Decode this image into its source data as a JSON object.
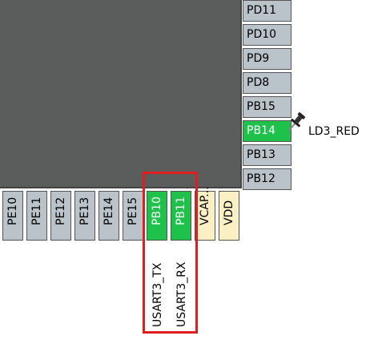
{
  "right_pins": [
    {
      "label": "PD11",
      "state": "default"
    },
    {
      "label": "PD10",
      "state": "default"
    },
    {
      "label": "PD9",
      "state": "default"
    },
    {
      "label": "PD8",
      "state": "default"
    },
    {
      "label": "PB15",
      "state": "default"
    },
    {
      "label": "PB14",
      "state": "assigned"
    },
    {
      "label": "PB13",
      "state": "default"
    },
    {
      "label": "PB12",
      "state": "default"
    }
  ],
  "bottom_pins": [
    {
      "label": "PE10",
      "state": "default"
    },
    {
      "label": "PE11",
      "state": "default"
    },
    {
      "label": "PE12",
      "state": "default"
    },
    {
      "label": "PE13",
      "state": "default"
    },
    {
      "label": "PE14",
      "state": "default"
    },
    {
      "label": "PE15",
      "state": "default"
    },
    {
      "label": "PB10",
      "state": "assigned"
    },
    {
      "label": "PB11",
      "state": "assigned"
    },
    {
      "label": "VCAP...",
      "state": "power"
    },
    {
      "label": "VDD",
      "state": "power"
    }
  ],
  "signal_labels": {
    "pb14": "LD3_RED",
    "pb10": "USART3_TX",
    "pb11": "USART3_RX"
  },
  "colors": {
    "chip_body": "#5b5d5d",
    "pin_default": "#b9c3c9",
    "pin_assigned": "#1ec24a",
    "pin_power": "#fbf0c4",
    "highlight_box": "#e01e1e"
  },
  "icons": {
    "pin_marker": "pushpin-icon"
  }
}
